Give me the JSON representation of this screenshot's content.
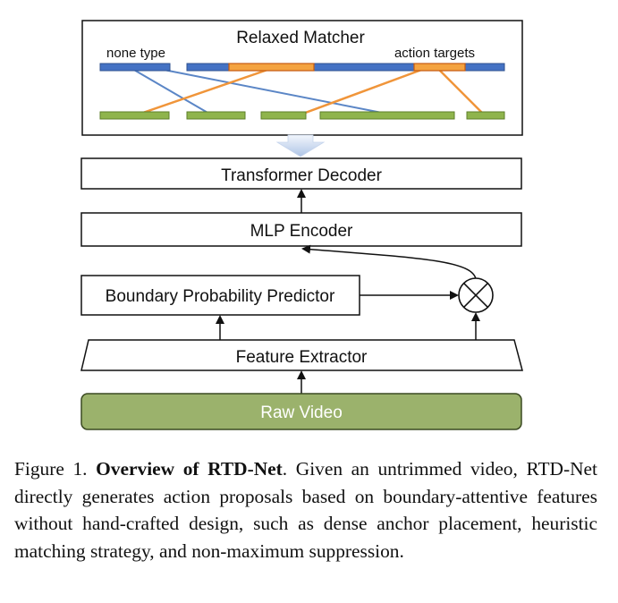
{
  "matcher": {
    "title": "Relaxed Matcher",
    "none_type_label": "none type",
    "action_targets_label": "action targets"
  },
  "blocks": {
    "decoder": "Transformer Decoder",
    "mlp": "MLP Encoder",
    "bpp": "Boundary Probability Predictor",
    "feature": "Feature Extractor",
    "raw": "Raw Video"
  },
  "caption": {
    "prefix": "Figure 1.",
    "title": "Overview of RTD-Net",
    "body": ".  Given an untrimmed video, RTD-Net directly generates action proposals based on boundary-attentive features without hand-crafted design, such as dense anchor placement, heuristic matching strategy, and non-maximum suppression."
  },
  "colors": {
    "query_blue": "#4472c4",
    "target_orange": "#f4a340",
    "target_green": "#8fb44c",
    "raw_video_fill": "#9bb26c",
    "match_blue_line": "#5b86c6",
    "match_orange_line": "#f0953a"
  }
}
